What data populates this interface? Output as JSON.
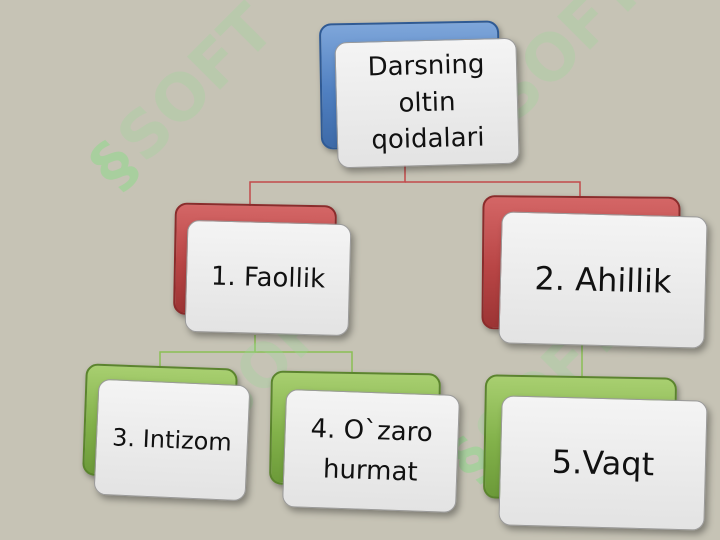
{
  "diagram": {
    "root": {
      "lines": [
        "Darsning",
        "oltin",
        "qoidalari"
      ]
    },
    "level1": [
      {
        "label": "1. Faollik"
      },
      {
        "label": "2. Ahillik"
      }
    ],
    "level2": [
      {
        "label": "3. Intizom"
      },
      {
        "label": "4. O`zaro",
        "label2": "hurmat"
      },
      {
        "label": "5.Vaqt"
      }
    ]
  },
  "watermark": {
    "text": "SOFT"
  },
  "colors": {
    "background": "#c6c3b5",
    "root_accent": "#4f7fc0",
    "level1_accent": "#b84545",
    "level2_accent": "#82b14a",
    "connector_red": "#c24b4b",
    "connector_green": "#8abf55"
  }
}
